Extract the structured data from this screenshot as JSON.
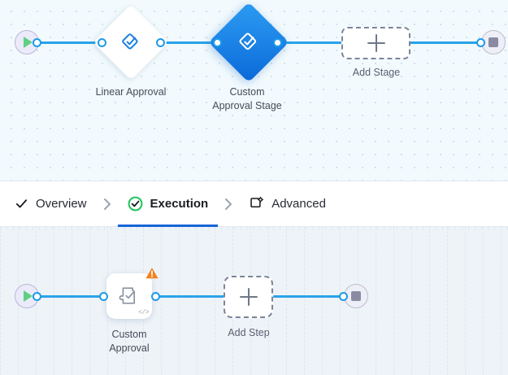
{
  "colors": {
    "edge": "#29a3e8",
    "port_ring": "#1e9ae8",
    "selected_node": "#1283e8",
    "active_tab_underline": "#1565d8",
    "warning": "#f2811d",
    "success_check": "#22c55e",
    "start_play": "#5fd080",
    "stop_square": "#8a8aa3",
    "stage_canvas_bg": "#f2fafd",
    "step_canvas_bg": "#ffffff",
    "label_text": "#444c58"
  },
  "stage_canvas": {
    "name": "stage-flow-canvas",
    "start_node": {
      "icon": "play-icon",
      "label": "Start"
    },
    "end_node": {
      "icon": "stop-square-icon",
      "label": "End"
    },
    "stages": [
      {
        "id": "linear-approval",
        "label": "Linear Approval",
        "icon": "approval-diamond-check-icon",
        "selected": false,
        "shape": "diamond"
      },
      {
        "id": "custom-approval-stage",
        "label": "Custom\nApproval Stage",
        "icon": "approval-diamond-check-icon",
        "selected": true,
        "shape": "diamond"
      }
    ],
    "add_stage": {
      "label": "Add Stage",
      "icon": "plus-icon"
    }
  },
  "tabs": {
    "separator_icon": "chevron-right-icon",
    "items": [
      {
        "id": "overview",
        "label": "Overview",
        "icon": "check-icon",
        "active": false
      },
      {
        "id": "execution",
        "label": "Execution",
        "icon": "check-circle-icon",
        "active": true
      },
      {
        "id": "advanced",
        "label": "Advanced",
        "icon": "settings-box-icon",
        "active": false
      }
    ]
  },
  "step_canvas": {
    "name": "step-flow-canvas",
    "start_node": {
      "icon": "play-icon",
      "label": "Start"
    },
    "end_node": {
      "icon": "stop-square-icon",
      "label": "End"
    },
    "steps": [
      {
        "id": "custom-approval",
        "label": "Custom\nApproval",
        "icon": "puzzle-check-icon",
        "warning": true,
        "warning_icon": "warning-triangle-icon",
        "code_badge": "</>",
        "shape": "rounded-square"
      }
    ],
    "add_step": {
      "label": "Add Step",
      "icon": "plus-icon"
    }
  }
}
